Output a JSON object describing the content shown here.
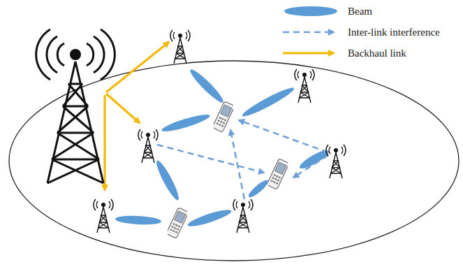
{
  "diagram": {
    "legend": [
      {
        "text": "Beam"
      },
      {
        "text": "Inter-link interference"
      },
      {
        "text": "Backhaul link"
      }
    ]
  }
}
